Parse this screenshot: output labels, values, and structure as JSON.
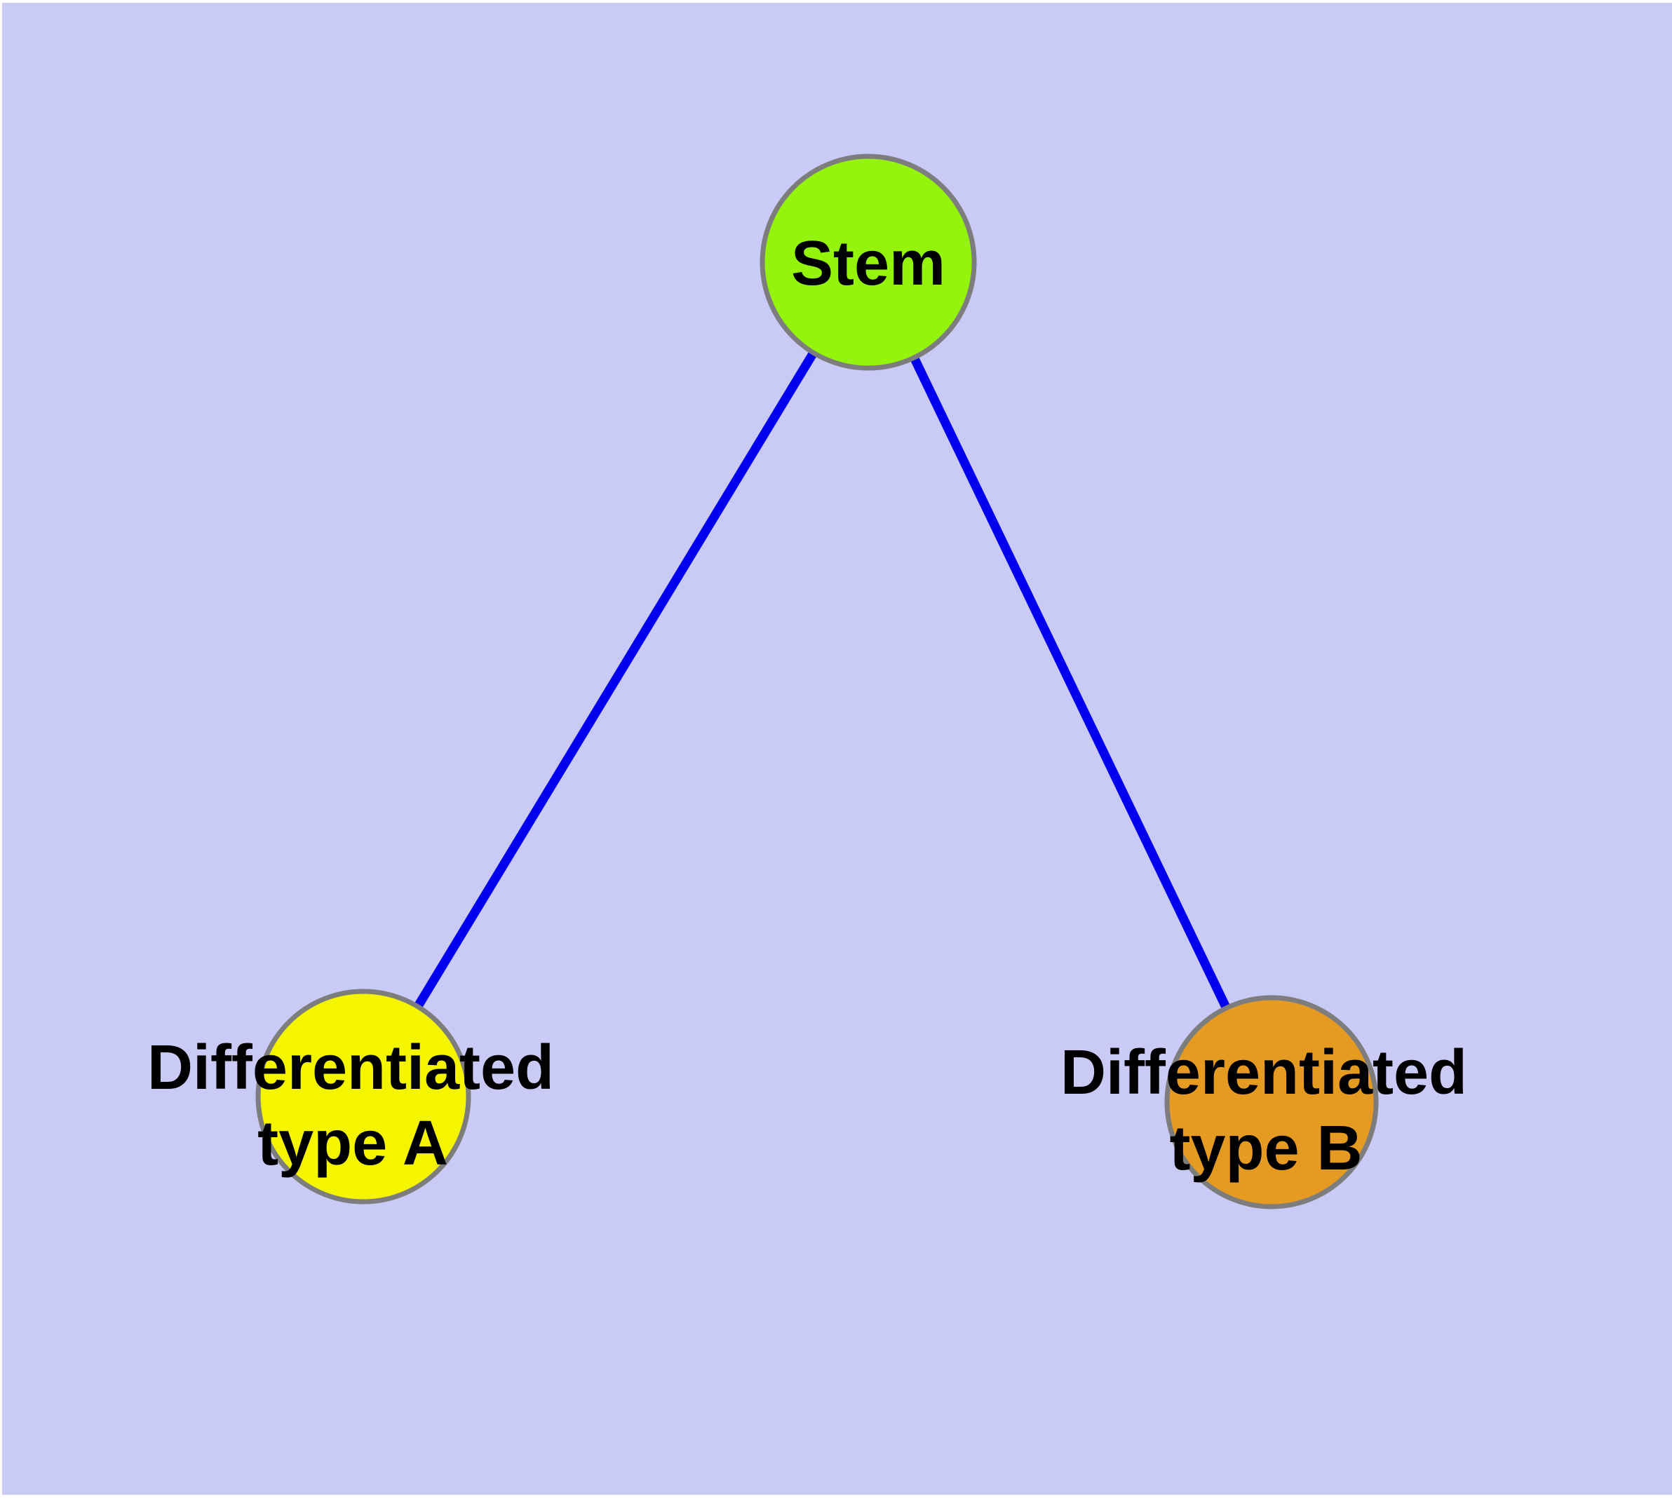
{
  "diagram": {
    "title": "Stem cell differentiation diagram",
    "background_color": "#cacaf6",
    "margin_color": "#ffffff",
    "edge_color": "#0000ee",
    "node_border_color": "#7d7d7d",
    "text_color": "#000000",
    "nodes": [
      {
        "id": "stem",
        "label": "Stem",
        "line1": "Stem",
        "line2": "",
        "fill": "#94f50a"
      },
      {
        "id": "differentiated-type-a",
        "label": "Differentiated type A",
        "line1": "Differentiated",
        "line2": "type A",
        "fill": "#f5f500"
      },
      {
        "id": "differentiated-type-b",
        "label": "Differentiated type B",
        "line1": "Differentiated",
        "line2": "type B",
        "fill": "#e59a22"
      }
    ],
    "edges": [
      {
        "from": "Stem",
        "to": "Differentiated type A"
      },
      {
        "from": "Stem",
        "to": "Differentiated type B"
      }
    ]
  }
}
